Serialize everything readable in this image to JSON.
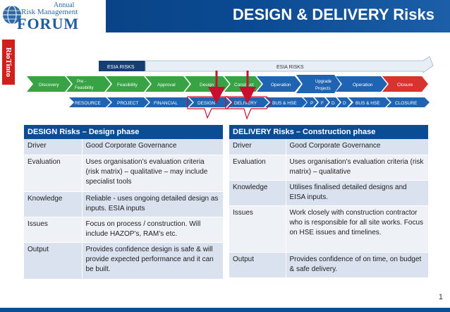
{
  "logo": {
    "line1": "Annual",
    "line2": "Risk Management",
    "line3": "FORUM"
  },
  "title": "DESIGN & DELIVERY Risks",
  "brand": "RioTinto",
  "process": {
    "banner_top_left": "ESIA RISKS",
    "banner_top_right": "ESIA RISKS",
    "stages": [
      "Discovery",
      "Pre - Feasibility",
      "Feasibility",
      "Approval",
      "Design",
      "Construct",
      "Operation",
      "Upgrade Projects",
      "Operation",
      "Closure"
    ],
    "risks": [
      "RESOURCE",
      "PROJECT",
      "FINANCIAL",
      "DESIGN",
      "DELIVERY",
      "BUS & HSE",
      "P",
      "F",
      "D",
      "D",
      "BUS & HSE",
      "CLOSURE"
    ]
  },
  "design_table": {
    "header": "DESIGN Risks – Design phase",
    "rows": [
      {
        "key": "Driver",
        "value": "Good Corporate Governance"
      },
      {
        "key": "Evaluation",
        "value": "Uses organisation’s evaluation criteria (risk matrix) – qualitative – may include specialist tools"
      },
      {
        "key": "Knowledge",
        "value": "Reliable - uses ongoing detailed design as inputs. ESIA inputs"
      },
      {
        "key": "Issues",
        "value": "Focus on process / construction. Will include HAZOP’s, RAM’s etc."
      },
      {
        "key": "Output",
        "value": "Provides confidence design is safe & will provide expected performance and it can be built."
      }
    ]
  },
  "delivery_table": {
    "header": "DELIVERY Risks – Construction phase",
    "rows": [
      {
        "key": "Driver",
        "value": "Good Corporate Governance"
      },
      {
        "key": "Evaluation",
        "value": "Uses organisation’s evaluation criteria (risk matrix) – qualitative"
      },
      {
        "key": "Knowledge",
        "value": "Utilises finalised detailed designs and EISA inputs."
      },
      {
        "key": "Issues",
        "value": "Work closely with construction contractor who is responsible for all site works. Focus on HSE issues and timelines."
      },
      {
        "key": "Output",
        "value": "Provides confidence of on time, on budget & safe delivery."
      }
    ]
  },
  "slide_number": "1",
  "colors": {
    "header_blue": "#0b4d95",
    "stage_green": "#37a344",
    "risk_blue": "#1f63b3",
    "closure_red": "#d8342f",
    "arrow_red": "#c8102e"
  }
}
